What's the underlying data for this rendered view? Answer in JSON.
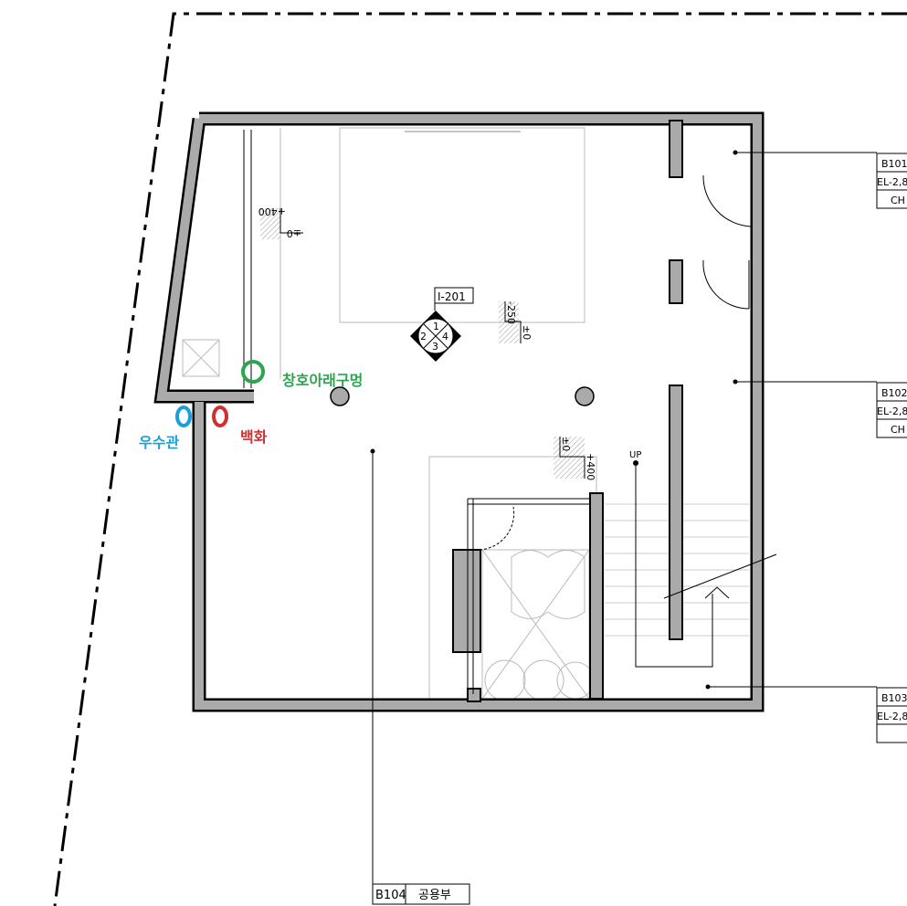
{
  "colors": {
    "wall_fill": "#aaaaaa",
    "green_mark": "#2ea44f",
    "blue_mark": "#1a9fd8",
    "red_mark": "#d03030"
  },
  "room_tags": [
    {
      "id": "B101",
      "elevation": "EL-2,8",
      "ceiling": "CH"
    },
    {
      "id": "B102",
      "elevation": "EL-2,8",
      "ceiling": "CH"
    },
    {
      "id": "B103",
      "elevation": "EL-2,8",
      "ceiling": ""
    },
    {
      "id": "B104",
      "name": "공용부"
    }
  ],
  "elevation_marker": {
    "ref": "I-201",
    "views": [
      "1",
      "2",
      "3",
      "4"
    ]
  },
  "level_marks": {
    "left_top": [
      "+400",
      "±0"
    ],
    "center": [
      "-250",
      "±0"
    ],
    "stair": [
      "±0",
      "+400"
    ]
  },
  "stair_label": "UP",
  "annotations": {
    "green": "창호아래구멍",
    "blue": "우수관",
    "red": "백화"
  }
}
